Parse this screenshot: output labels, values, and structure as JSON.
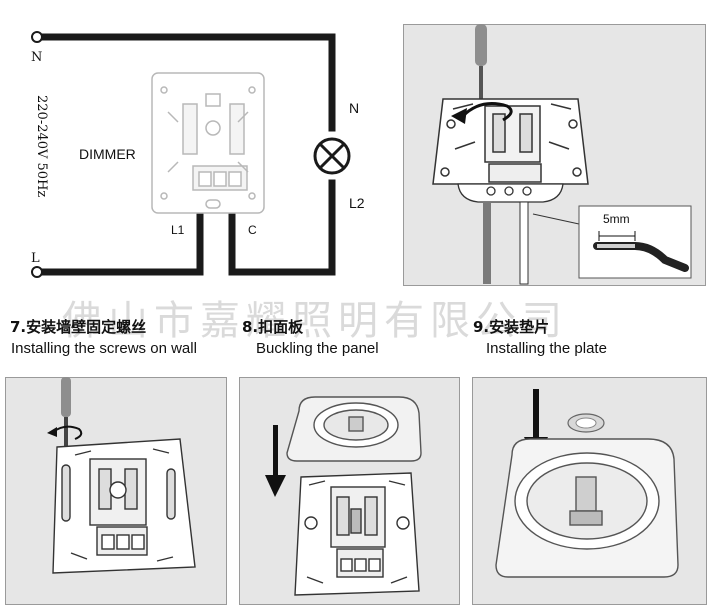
{
  "wiring": {
    "terminal_n": "N",
    "terminal_l": "L",
    "voltage": "220-240V 50Hz",
    "dimmer_label": "DIMMER",
    "lamp_n": "N",
    "lamp_l2": "L2",
    "l1": "L1",
    "c": "C"
  },
  "inset": {
    "strip_length": "5mm"
  },
  "watermark": "佛山市嘉耀照明有限公司",
  "steps": [
    {
      "cn": "7.安装墙壁固定螺丝",
      "en": "Installing the screws on wall"
    },
    {
      "cn": "8.扣面板",
      "en": "Buckling the panel"
    },
    {
      "cn": "9.安装垫片",
      "en": "Installing the plate"
    }
  ],
  "colors": {
    "wire": "#1a1a1a",
    "panel_bg": "#e6e6e6",
    "watermark": "#b0b0b0"
  }
}
